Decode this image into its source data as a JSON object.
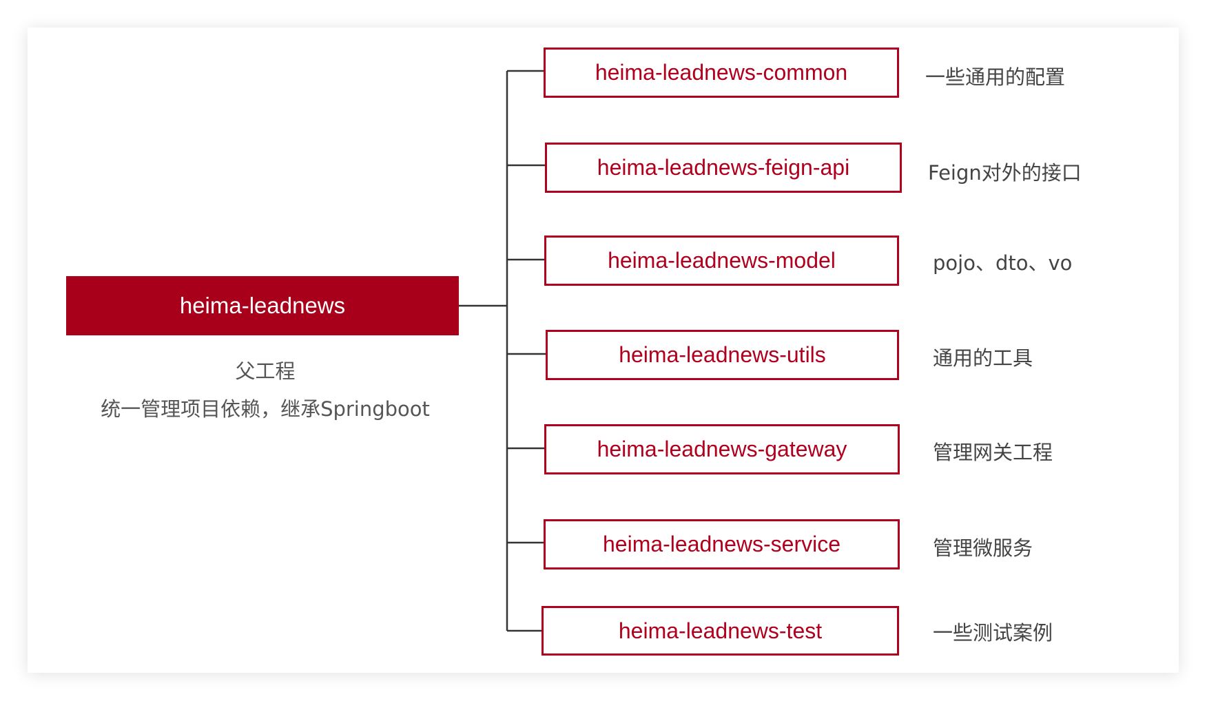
{
  "parent": {
    "label": "heima-leadnews",
    "desc_line1": "父工程",
    "desc_line2": "统一管理项目依赖，继承Springboot"
  },
  "modules": [
    {
      "label": "heima-leadnews-common",
      "desc": "一些通用的配置"
    },
    {
      "label": "heima-leadnews-feign-api",
      "desc": "Feign对外的接口"
    },
    {
      "label": "heima-leadnews-model",
      "desc": "pojo、dto、vo"
    },
    {
      "label": "heima-leadnews-utils",
      "desc": "通用的工具"
    },
    {
      "label": "heima-leadnews-gateway",
      "desc": "管理网关工程"
    },
    {
      "label": "heima-leadnews-service",
      "desc": "管理微服务"
    },
    {
      "label": "heima-leadnews-test",
      "desc": "一些测试案例"
    }
  ],
  "colors": {
    "accent": "#a8001a",
    "connector": "#333333"
  }
}
